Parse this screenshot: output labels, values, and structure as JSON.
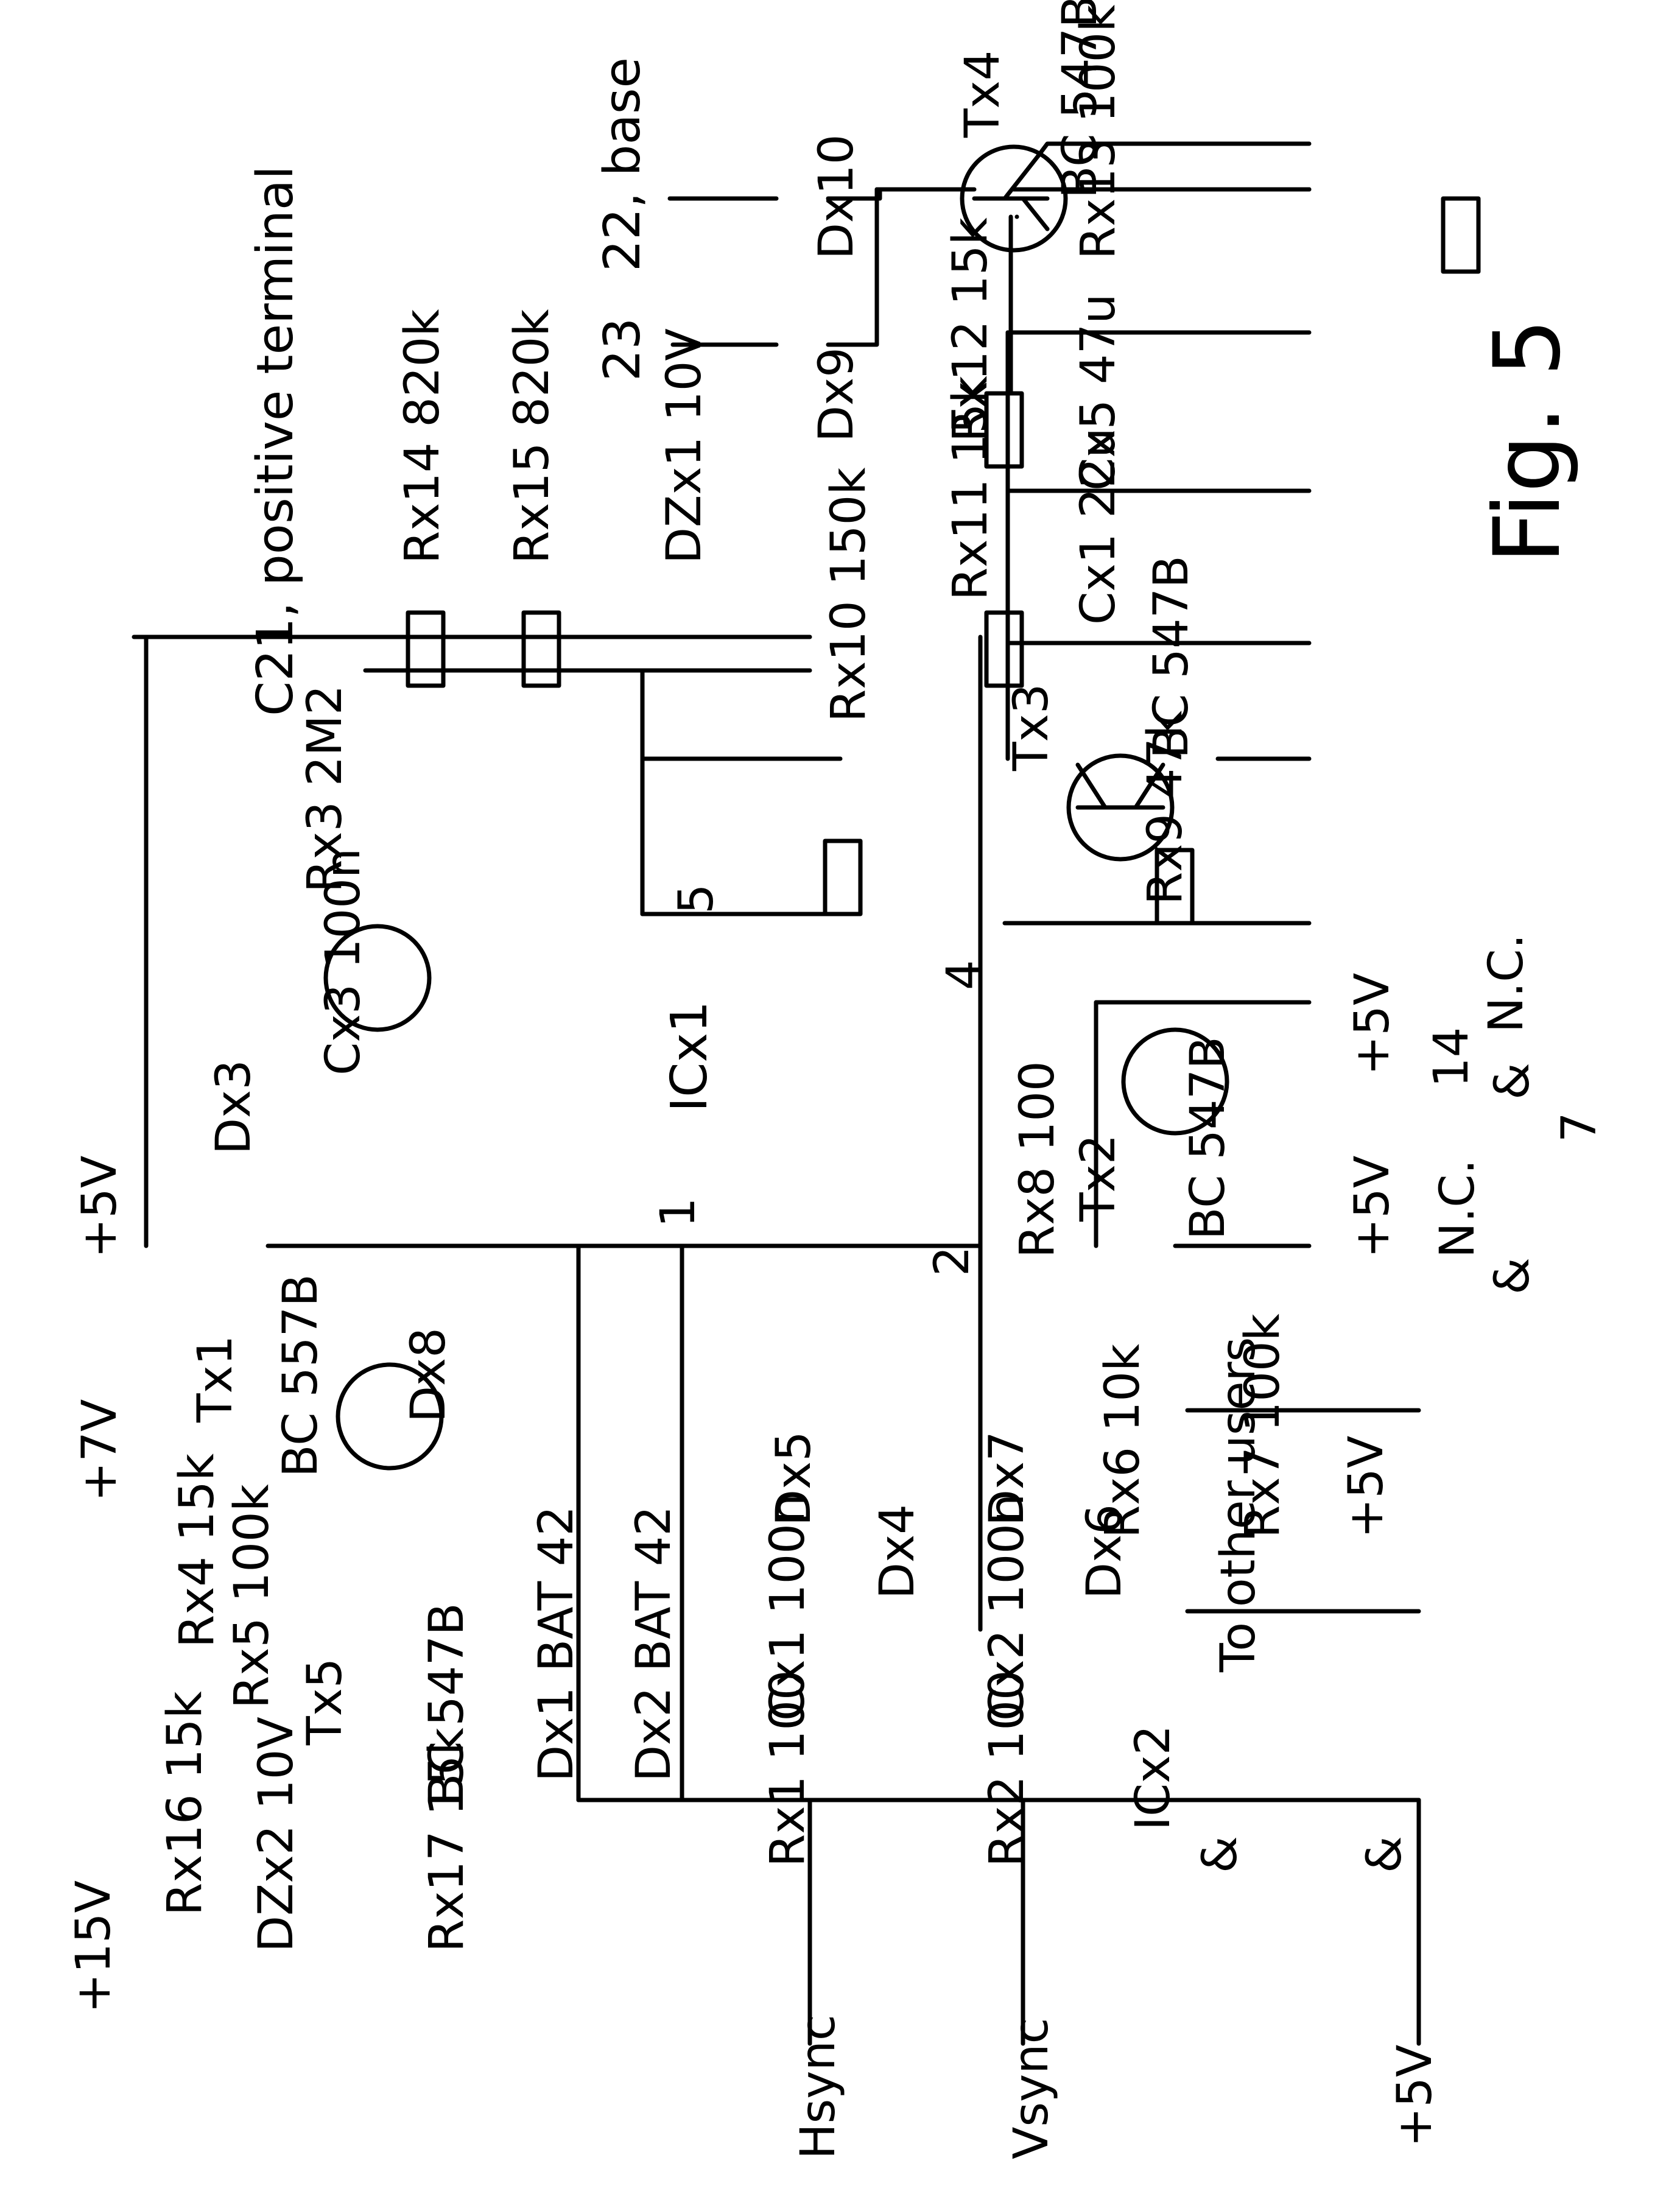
{
  "figure": {
    "caption": "Fig. 5"
  },
  "labels": {
    "c21": "C21, positive terminal",
    "n22": "22, base",
    "n23": "23",
    "dx10": "Dx10",
    "dx9": "Dx9",
    "tx4": "Tx4",
    "bc_547b": "BC 547B",
    "bc_557b": "BC 557B",
    "rx13": "Rx13 100k",
    "rx12": "Rx12 15k",
    "cx5": "Cx5 47u",
    "rx11": "Rx11 15k",
    "cx1_top": "Cx1 22u",
    "tx3": "Tx3",
    "rx14": "Rx14 820k",
    "rx15": "Rx15 820k",
    "dzx1": "DZx1 10V",
    "rx10": "Rx10 150k",
    "pin5": "5",
    "pin4": "4",
    "pin1": "1",
    "pin2": "2",
    "rx9": "Rx9 47k",
    "icx1": "ICx1",
    "rx3": "Rx3 2M2",
    "cx3": "Cx3 100n",
    "dx3": "Dx3",
    "plus5v": "+5V",
    "plus7v": "+7V",
    "plus15v": "+15V",
    "tx1": "Tx1",
    "dx8": "Dx8",
    "rx8": "Rx8 100",
    "tx2": "Tx2",
    "rx6": "Rx6 10k",
    "rx7": "Rx7 100k",
    "rx4": "Rx4 15k",
    "rx5": "Rx5 100k",
    "tx5": "Tx5",
    "rx16": "Rx16 15k",
    "dzx2": "DZx2 10V",
    "rx17": "Rx17 15k",
    "dx1": "Dx1 BAT 42",
    "dx2": "Dx2 BAT 42",
    "dx5": "Dx5",
    "dx4": "Dx4",
    "dx7": "Dx7",
    "dx6": "Dx6",
    "cx1_bottom": "Cx1 100n",
    "cx2": "Cx2 100n",
    "rx1": "Rx1 100",
    "rx2": "Rx2 100",
    "icx2": "ICx2",
    "to_other_users": "To other users",
    "and": "&",
    "nc": "N.C.",
    "pin14": "14",
    "pin7": "7",
    "hsync": "Hsync",
    "vsync": "Vsync"
  }
}
